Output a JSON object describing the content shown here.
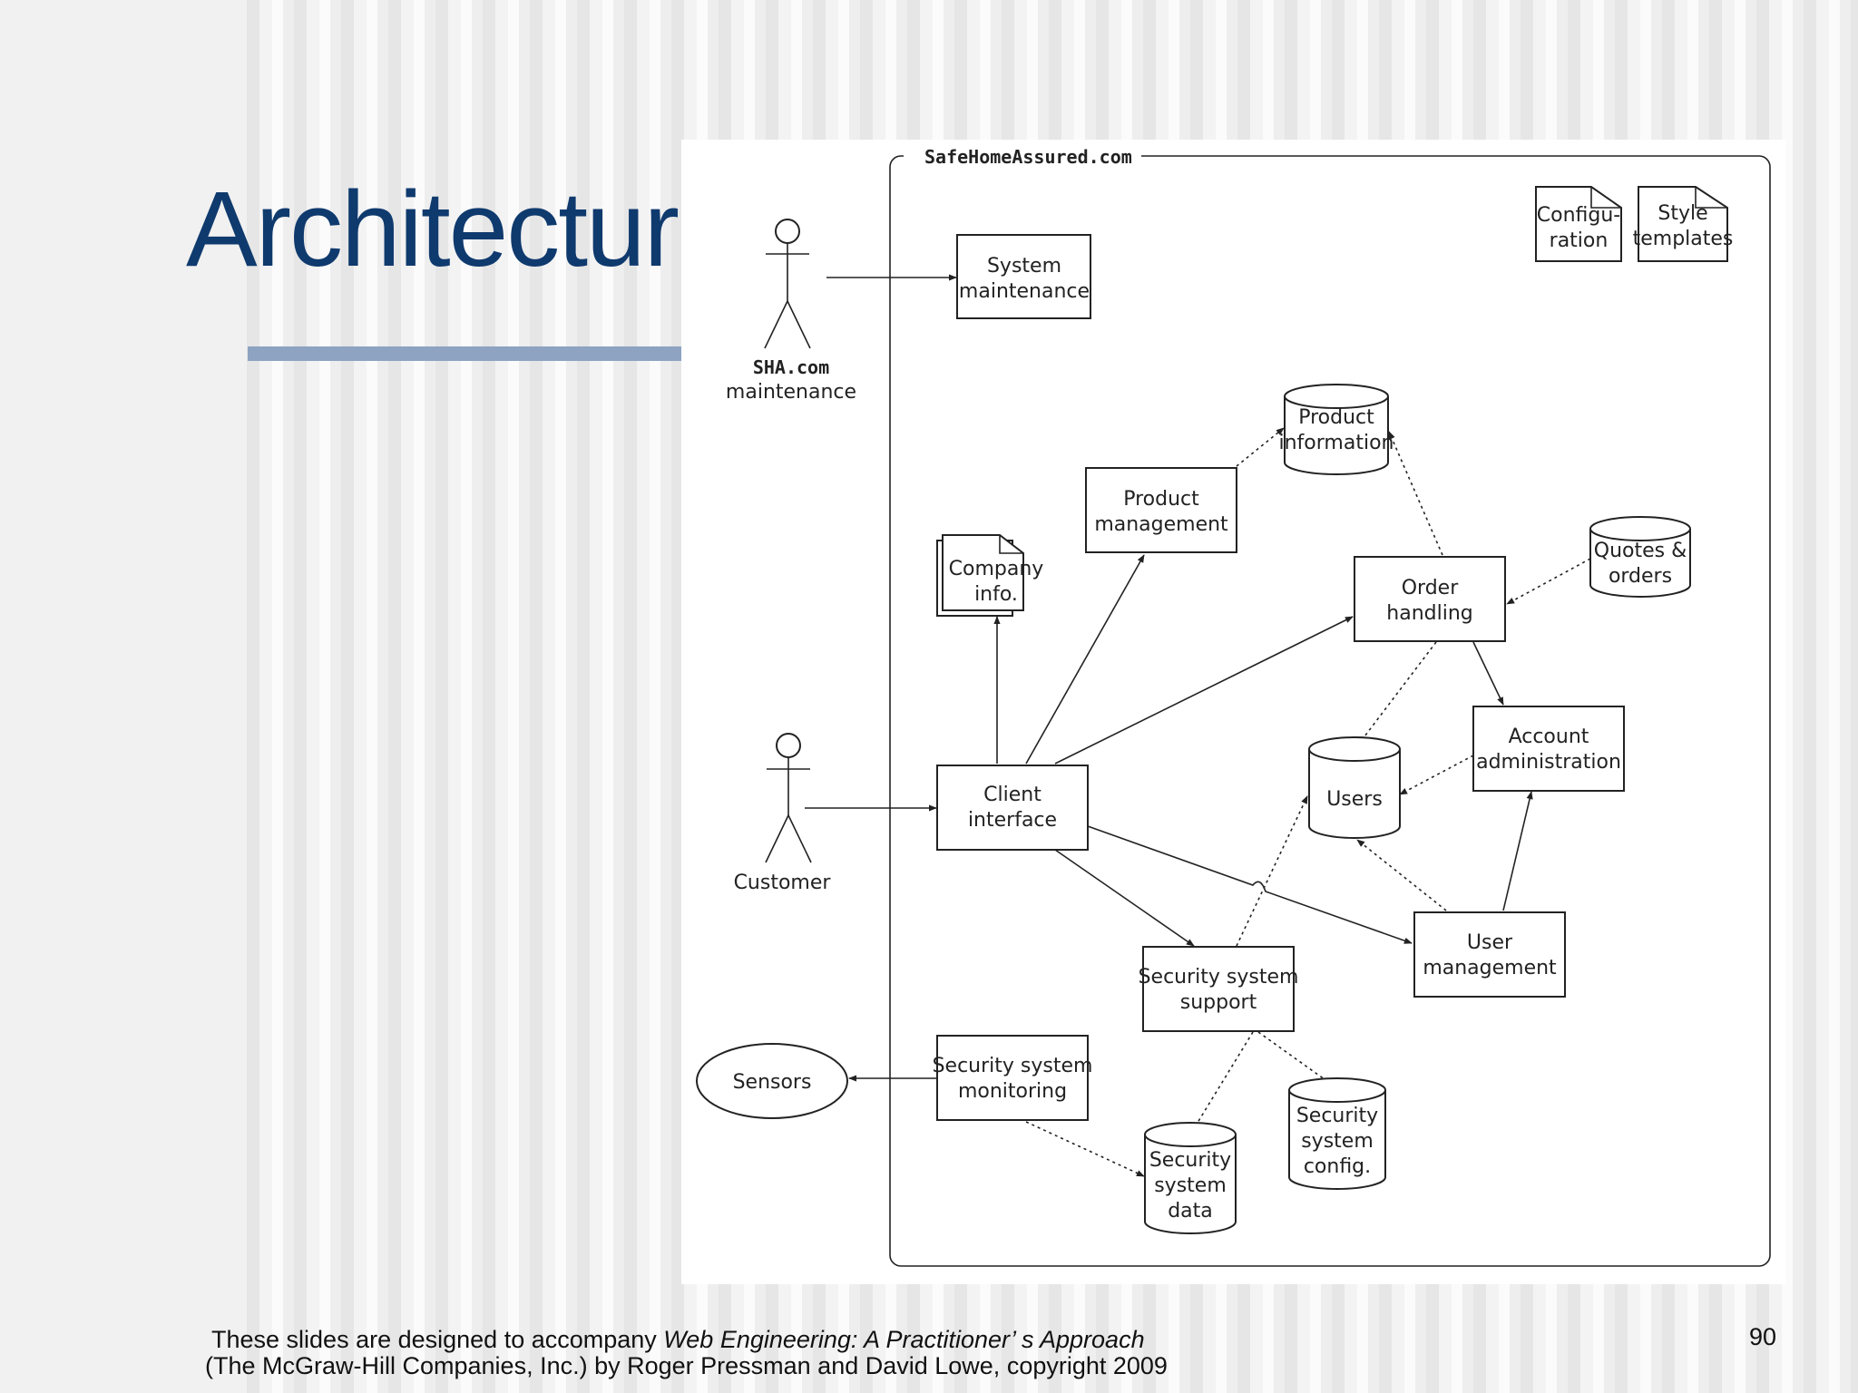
{
  "slide": {
    "title": "Architecture",
    "page_number": "90",
    "footer": {
      "line1_prefix": "These slides are designed to accompany ",
      "line1_italic": "Web Engineering: A Practitioner’ s Approach",
      "line2": "(The McGraw-Hill Companies, Inc.) by Roger Pressman and David Lowe, copyright 2009"
    }
  },
  "diagram": {
    "boundary_label": "SafeHomeAssured.com",
    "actors": {
      "maintenance": {
        "line1": "SHA.com",
        "line2": "maintenance"
      },
      "customer": {
        "label": "Customer"
      }
    },
    "sensors": {
      "label": "Sensors"
    },
    "boxes": {
      "system_maintenance": {
        "line1": "System",
        "line2": "maintenance"
      },
      "product_management": {
        "line1": "Product",
        "line2": "management"
      },
      "order_handling": {
        "line1": "Order",
        "line2": "handling"
      },
      "account_administration": {
        "line1": "Account",
        "line2": "administration"
      },
      "client_interface": {
        "line1": "Client",
        "line2": "interface"
      },
      "user_management": {
        "line1": "User",
        "line2": "management"
      },
      "security_system_support": {
        "line1": "Security system",
        "line2": "support"
      },
      "security_system_monitoring": {
        "line1": "Security system",
        "line2": "monitoring"
      }
    },
    "data_stores": {
      "product_information": {
        "line1": "Product",
        "line2": "information"
      },
      "quotes_orders": {
        "line1": "Quotes &",
        "line2": "orders"
      },
      "users": {
        "label": "Users"
      },
      "security_system_config": {
        "line1": "Security",
        "line2": "system",
        "line3": "config."
      },
      "security_system_data": {
        "line1": "Security",
        "line2": "system",
        "line3": "data"
      }
    },
    "documents": {
      "configuration": {
        "line1": "Configu-",
        "line2": "ration"
      },
      "style_templates": {
        "line1": "Style",
        "line2": "templates"
      },
      "company_info": {
        "line1": "Company",
        "line2": "info."
      }
    }
  }
}
